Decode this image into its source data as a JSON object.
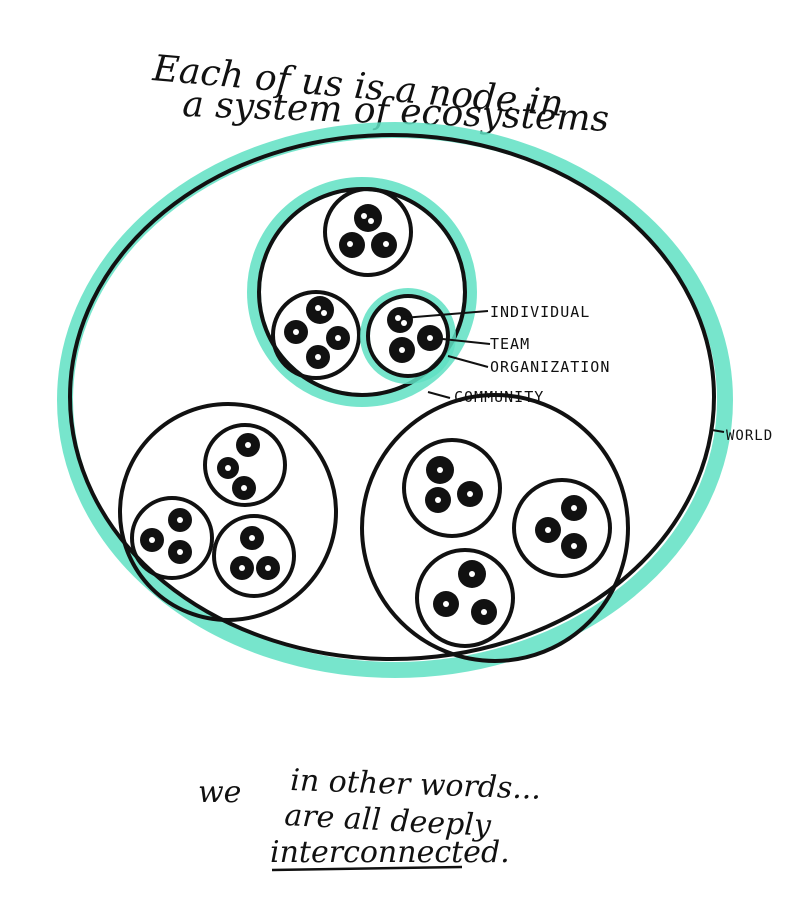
{
  "header": {
    "line1": "Each of us is a node in",
    "line2": "a system of ecosystems"
  },
  "labels": {
    "individual": "INDIVIDUAL",
    "team": "TEAM",
    "organization": "ORGANIZATION",
    "community": "COMMUNITY",
    "world": "WORLD"
  },
  "footer": {
    "line1": "in other words...",
    "line2a": "we",
    "line2b": "are all deeply",
    "line3": "interconnected."
  },
  "colors": {
    "ink": "#111111",
    "highlight": "#5fe0c3",
    "paper": "#ffffff"
  }
}
